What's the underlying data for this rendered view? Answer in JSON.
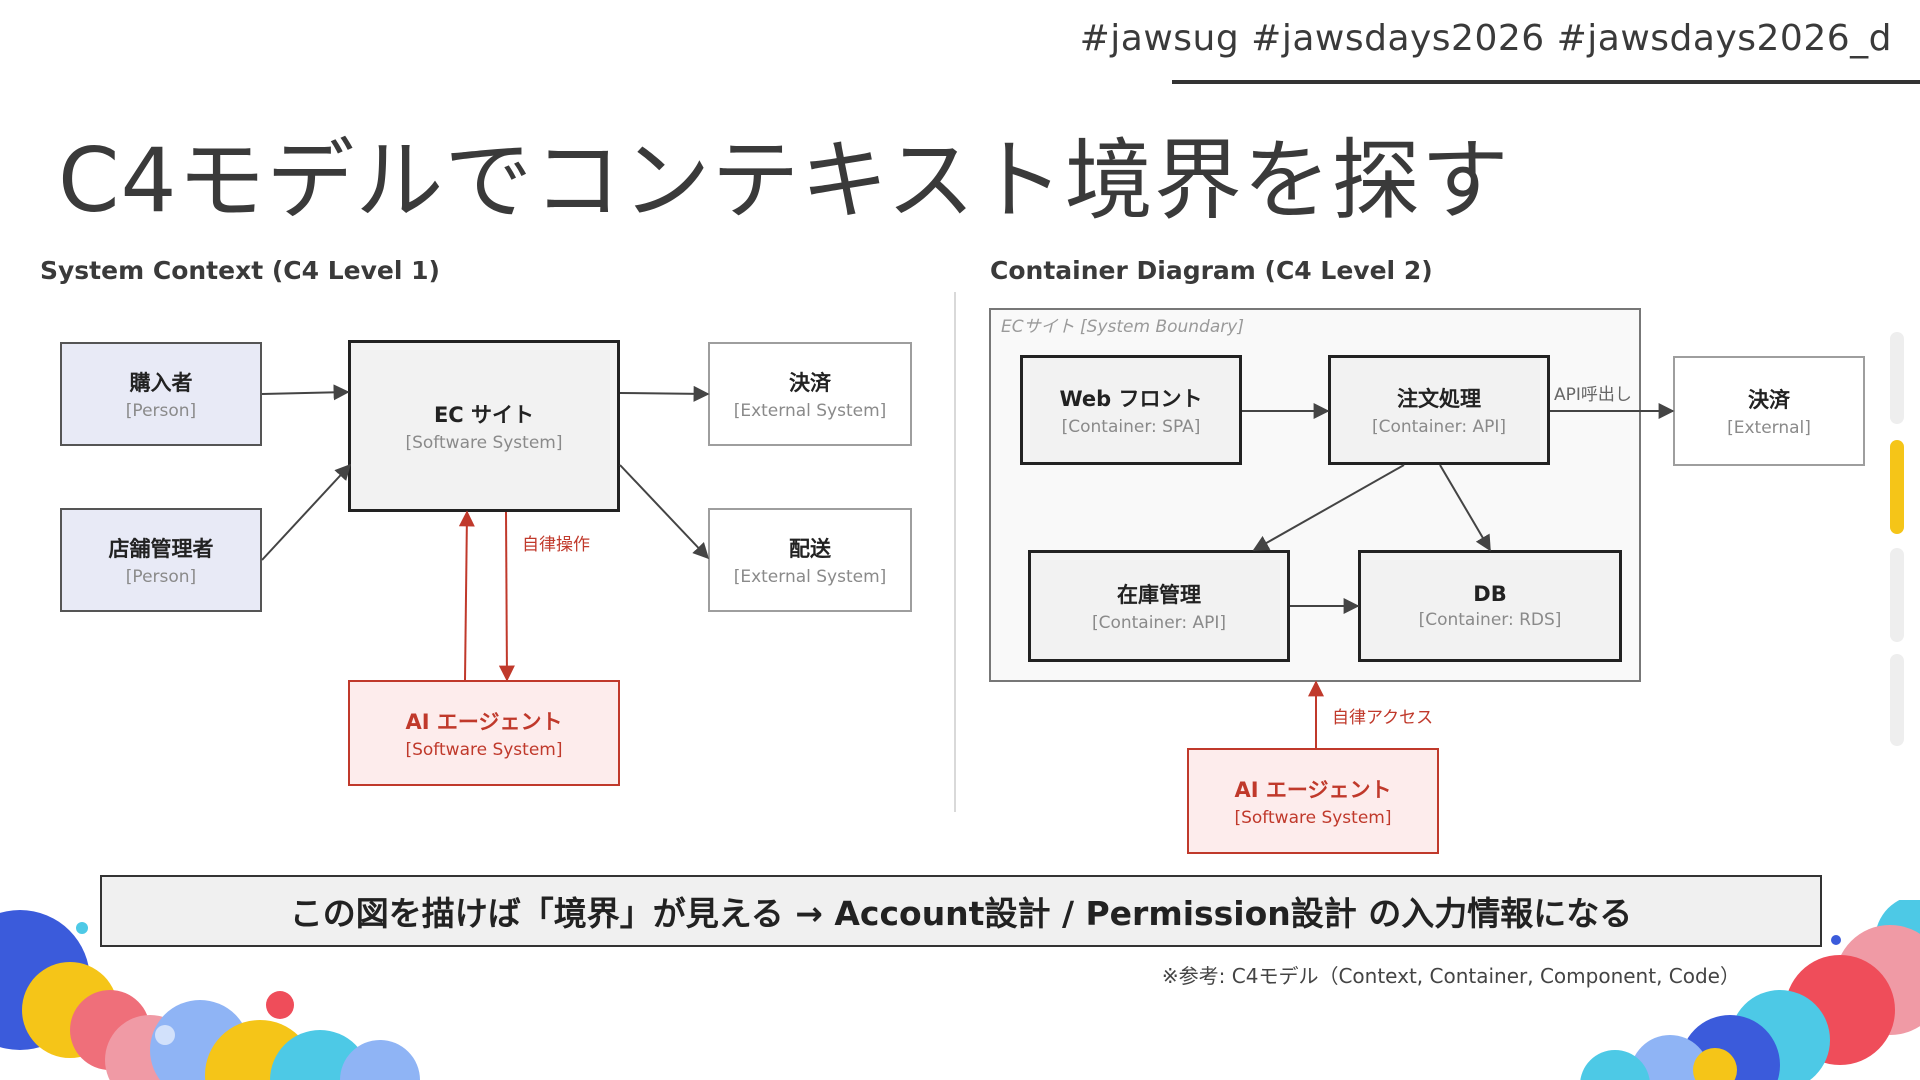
{
  "header": {
    "hashtags": "#jawsug #jawsdays2026 #jawsdays2026_d"
  },
  "slide": {
    "title": "C4モデルでコンテキスト境界を探す"
  },
  "left": {
    "heading": "System Context (C4 Level 1)",
    "buyer": {
      "name": "購入者",
      "type": "[Person]"
    },
    "shop_admin": {
      "name": "店舗管理者",
      "type": "[Person]"
    },
    "ec_site": {
      "name": "EC サイト",
      "type": "[Software System]"
    },
    "payment": {
      "name": "決済",
      "type": "[External System]"
    },
    "delivery": {
      "name": "配送",
      "type": "[External System]"
    },
    "ai_agent": {
      "name": "AI エージェント",
      "type": "[Software System]"
    },
    "edge_label": "自律操作"
  },
  "right": {
    "heading": "Container Diagram (C4 Level 2)",
    "boundary_label": "ECサイト [System Boundary]",
    "web_front": {
      "name": "Web フロント",
      "type": "[Container: SPA]"
    },
    "order": {
      "name": "注文処理",
      "type": "[Container: API]"
    },
    "inventory": {
      "name": "在庫管理",
      "type": "[Container: API]"
    },
    "db": {
      "name": "DB",
      "type": "[Container: RDS]"
    },
    "payment": {
      "name": "決済",
      "type": "[External]"
    },
    "ai_agent": {
      "name": "AI エージェント",
      "type": "[Software System]"
    },
    "api_label": "API呼出し",
    "agent_label": "自律アクセス"
  },
  "banner": "この図を描けば「境界」が見える → Account設計 / Permission設計 の入力情報になる",
  "footnote": "※参考: C4モデル（Context, Container, Component, Code）",
  "colors": {
    "accent_red": "#c0392b",
    "person_fill": "#e8eaf6",
    "scroll_thumb": "#f5c518"
  },
  "scroll_indicator": {
    "segments": 4,
    "active": 2
  }
}
